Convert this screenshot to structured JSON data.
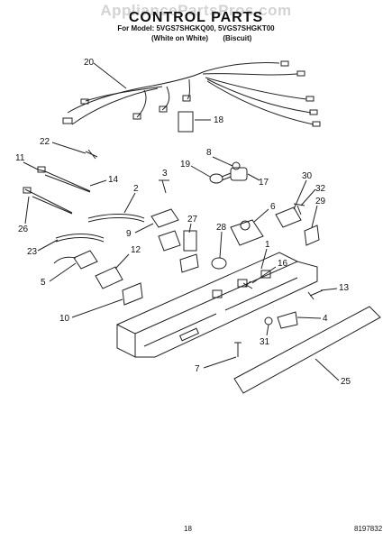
{
  "watermark": "AppliancePartsPros.com",
  "title": "CONTROL PARTS",
  "models_line": "For Model: 5VGS7SHGKQ00, 5VGS7SHGKT00",
  "variants": [
    "(White on White)",
    "(Biscuit)"
  ],
  "callouts": [
    "20",
    "18",
    "22",
    "11",
    "8",
    "19",
    "17",
    "30",
    "3",
    "14",
    "2",
    "32",
    "6",
    "29",
    "27",
    "28",
    "9",
    "26",
    "23",
    "12",
    "1",
    "16",
    "5",
    "13",
    "10",
    "4",
    "31",
    "7",
    "25"
  ],
  "page_number": "18",
  "document_number": "8197832"
}
